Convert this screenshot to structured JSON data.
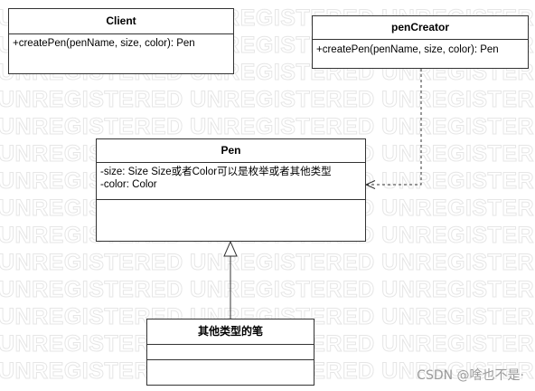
{
  "watermark": {
    "text": "UNREGISTERED UNREGISTERED UNREGISTERED UNREGISTERED"
  },
  "classes": {
    "client": {
      "name": "Client",
      "attributes": [],
      "operations": [
        "+createPen(penName, size, color): Pen"
      ]
    },
    "pen_creator": {
      "name": "penCreator",
      "attributes": [],
      "operations": [
        "+createPen(penName, size, color): Pen"
      ]
    },
    "pen": {
      "name": "Pen",
      "attributes": [
        "-size: Size Size或者Color可以是枚举或者其他类型",
        "-color: Color"
      ],
      "operations": []
    },
    "other_pen": {
      "name": "其他类型的笔",
      "attributes": [],
      "operations": []
    }
  },
  "relations": [
    {
      "type": "dependency",
      "from": "penCreator",
      "to": "Pen"
    },
    {
      "type": "generalization",
      "from": "其他类型的笔",
      "to": "Pen"
    }
  ],
  "footer": {
    "credit": "CSDN @啥也不是·"
  },
  "colors": {
    "line": "#333333",
    "watermark": "#e6e6e6",
    "credit": "#9a9a9a"
  }
}
